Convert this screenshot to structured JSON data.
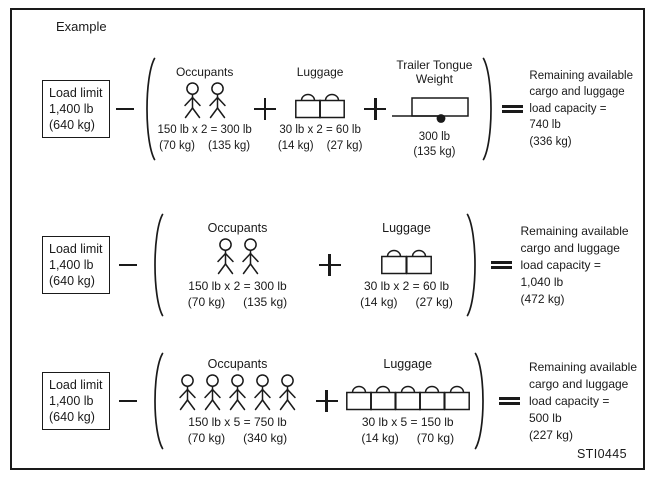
{
  "example_label": "Example",
  "figure_id": "STI0445",
  "colors": {
    "ink": "#1a1a1a",
    "background": "#ffffff"
  },
  "rows": [
    {
      "load_limit": [
        "Load limit",
        "1,400 lb",
        "(640 kg)"
      ],
      "occupants": {
        "label": "Occupants",
        "count": 2,
        "calc": "150 lb x 2 = 300 lb",
        "kg_per": "(70 kg)",
        "kg_total": "(135 kg)"
      },
      "luggage": {
        "label": "Luggage",
        "count": 2,
        "calc": "30 lb x 2 = 60 lb",
        "kg_per": "(14 kg)",
        "kg_total": "(27 kg)"
      },
      "trailer": {
        "label": "Trailer Tongue Weight",
        "weight_lb": "300 lb",
        "weight_kg": "(135 kg)"
      },
      "result": [
        "Remaining available",
        "cargo and luggage",
        "load capacity =",
        "740 lb",
        "(336 kg)"
      ]
    },
    {
      "load_limit": [
        "Load limit",
        "1,400 lb",
        "(640 kg)"
      ],
      "occupants": {
        "label": "Occupants",
        "count": 2,
        "calc": "150 lb x 2 = 300 lb",
        "kg_per": "(70 kg)",
        "kg_total": "(135 kg)"
      },
      "luggage": {
        "label": "Luggage",
        "count": 2,
        "calc": "30 lb x 2 = 60 lb",
        "kg_per": "(14 kg)",
        "kg_total": "(27 kg)"
      },
      "result": [
        "Remaining available",
        "cargo and luggage",
        "load capacity =",
        "1,040 lb",
        "(472 kg)"
      ]
    },
    {
      "load_limit": [
        "Load limit",
        "1,400 lb",
        "(640 kg)"
      ],
      "occupants": {
        "label": "Occupants",
        "count": 5,
        "calc": "150 lb x 5 = 750 lb",
        "kg_per": "(70 kg)",
        "kg_total": "(340 kg)"
      },
      "luggage": {
        "label": "Luggage",
        "count": 5,
        "calc": "30 lb x 5 = 150 lb",
        "kg_per": "(14 kg)",
        "kg_total": "(70 kg)"
      },
      "result": [
        "Remaining available",
        "cargo and luggage",
        "load capacity =",
        "500 lb",
        "(227 kg)"
      ]
    }
  ]
}
